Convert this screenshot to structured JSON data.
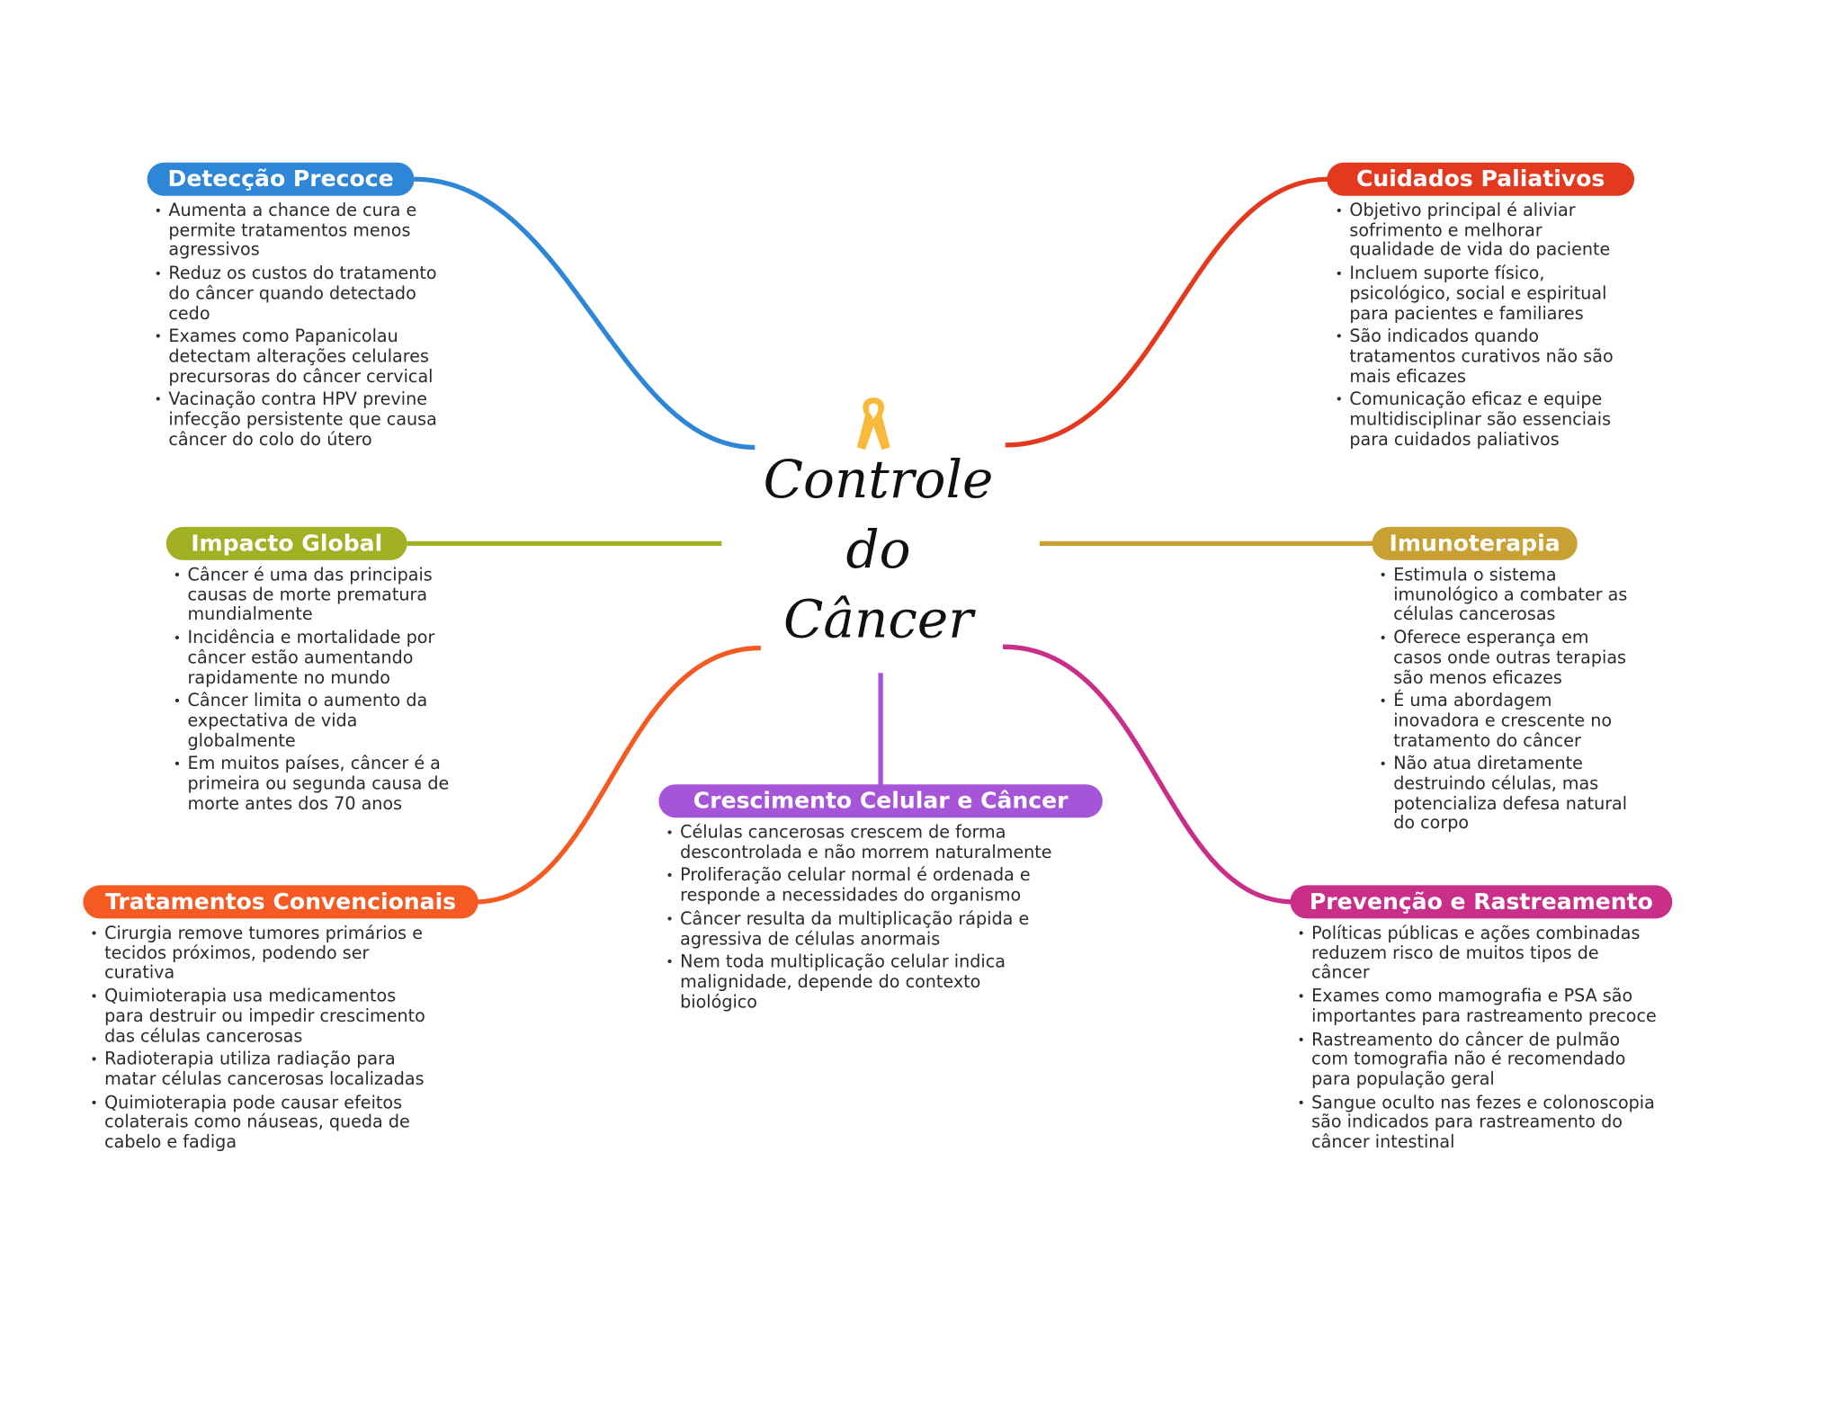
{
  "title": {
    "lines": [
      "Controle",
      "do",
      "Câncer"
    ],
    "icon": "awareness-ribbon-icon",
    "ribbon_color": "#f9b93b"
  },
  "branches": [
    {
      "id": "deteccao",
      "label": "Detecção Precoce",
      "color": "#2e86d6",
      "items": [
        "Aumenta a chance de cura e permite tratamentos menos agressivos",
        "Reduz os custos do tratamento do câncer quando detectado cedo",
        "Exames como Papanicolau detectam alterações celulares precursoras do câncer cervical",
        "Vacinação contra HPV previne infecção persistente que causa câncer do colo do útero"
      ]
    },
    {
      "id": "cuidados",
      "label": "Cuidados Paliativos",
      "color": "#e33a1f",
      "items": [
        "Objetivo principal é aliviar sofrimento e melhorar qualidade de vida do paciente",
        "Incluem suporte físico, psicológico, social e espiritual para pacientes e familiares",
        "São indicados quando tratamentos curativos não são mais eficazes",
        "Comunicação eficaz e equipe multidisciplinar são essenciais para cuidados paliativos"
      ]
    },
    {
      "id": "impacto",
      "label": "Impacto Global",
      "color": "#a2b024",
      "items": [
        "Câncer é uma das principais causas de morte prematura mundialmente",
        "Incidência e mortalidade por câncer estão aumentando rapidamente no mundo",
        "Câncer limita o aumento da expectativa de vida globalmente",
        "Em muitos países, câncer é a primeira ou segunda causa de morte antes dos 70 anos"
      ]
    },
    {
      "id": "imuno",
      "label": "Imunoterapia",
      "color": "#c9a032",
      "items": [
        "Estimula o sistema imunológico a combater as células cancerosas",
        "Oferece esperança em casos onde outras terapias são menos eficazes",
        "É uma abordagem inovadora e crescente no tratamento do câncer",
        "Não atua diretamente destruindo células, mas potencializa defesa natural do corpo"
      ]
    },
    {
      "id": "tratamentos",
      "label": "Tratamentos Convencionais",
      "color": "#f45a22",
      "items": [
        "Cirurgia remove tumores primários e tecidos próximos, podendo ser curativa",
        "Quimioterapia usa medicamentos para destruir ou impedir crescimento das células cancerosas",
        "Radioterapia utiliza radiação para matar células cancerosas localizadas",
        "Quimioterapia pode causar efeitos colaterais como náuseas, queda de cabelo e fadiga"
      ]
    },
    {
      "id": "crescimento",
      "label": "Crescimento Celular e Câncer",
      "color": "#a655d8",
      "items": [
        "Células cancerosas crescem de forma descontrolada e não morrem naturalmente",
        "Proliferação celular normal é ordenada e responde a necessidades do organismo",
        "Câncer resulta da multiplicação rápida e agressiva de células anormais",
        "Nem toda multiplicação celular indica malignidade, depende do contexto biológico"
      ]
    },
    {
      "id": "prevencao",
      "label": "Prevenção e Rastreamento",
      "color": "#c92f88",
      "items": [
        "Políticas públicas e ações combinadas reduzem risco de muitos tipos de câncer",
        "Exames como mamografia e PSA são importantes para rastreamento precoce",
        "Rastreamento do câncer de pulmão com tomografia não é recomendado para população geral",
        "Sangue oculto nas fezes e colonoscopia são indicados para rastreamento do câncer intestinal"
      ]
    }
  ]
}
